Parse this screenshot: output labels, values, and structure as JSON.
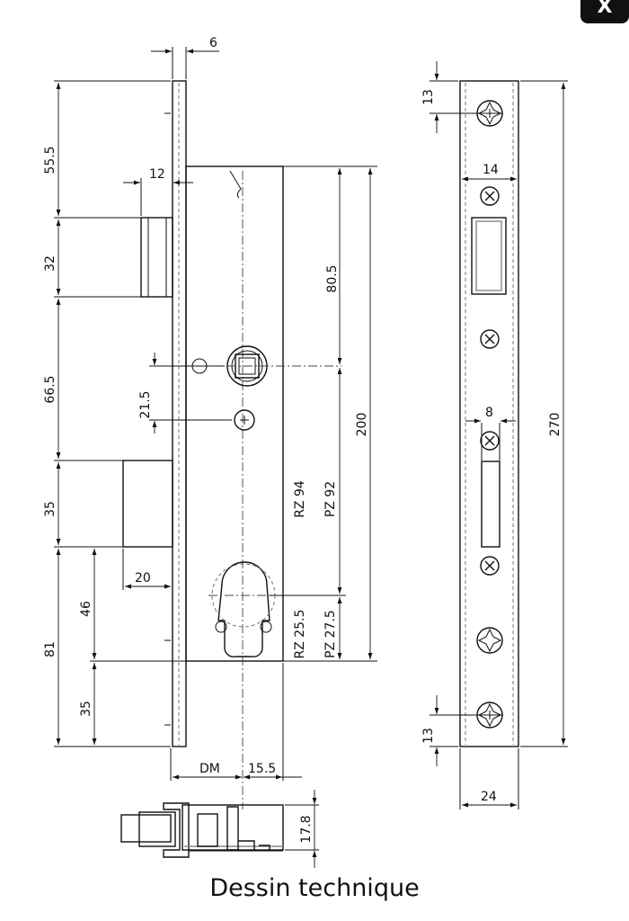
{
  "drawing": {
    "dimensions": {
      "faceplate_thickness": "6",
      "bolt_projection": "12",
      "latch_top": "55.5",
      "latch_height": "32",
      "latch_to_bolt": "66.5",
      "bolt_height": "35",
      "bolt_projection_side": "20",
      "lower_46": "46",
      "lower_81": "81",
      "lower_35": "35",
      "follower_to_handle": "21.5",
      "follower_drop": "80.5",
      "body_height": "200",
      "rz_94": "RZ 94",
      "pz_92": "PZ 92",
      "rz_25_5": "RZ 25.5",
      "pz_27_5": "PZ 27.5",
      "backset": "DM",
      "cyl_offset": "15.5",
      "section_height": "17.8",
      "strike_top": "13",
      "strike_width_inner": "14",
      "strike_slot": "8",
      "strike_bottom": "13",
      "strike_width": "24",
      "strike_length": "270"
    }
  },
  "caption": "Dessin technique",
  "close_label": "X"
}
